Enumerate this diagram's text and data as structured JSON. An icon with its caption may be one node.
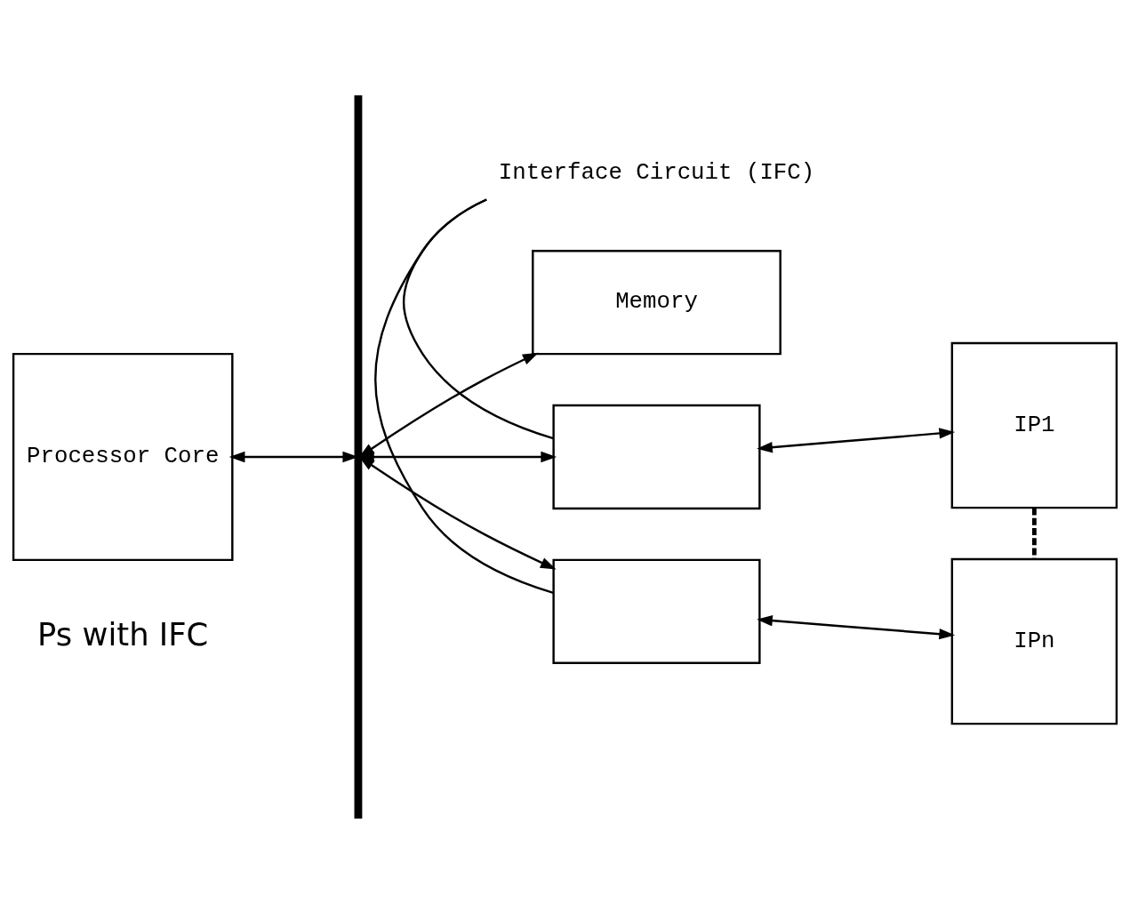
{
  "diagram": {
    "nodes": [
      {
        "text": [],
        "shape": "bar"
      },
      {
        "text": [
          "Processor Core"
        ]
      },
      {
        "text": [
          "Memory"
        ]
      },
      {
        "text": [],
        "shape": "box"
      },
      {
        "text": [
          "IP1"
        ]
      },
      {
        "text": [
          "Interface Circuit (IFC)"
        ]
      },
      {
        "text": [],
        "shape": "box"
      },
      {
        "text": [
          "IPn"
        ]
      }
    ],
    "edges": [
      {
        "from": 1,
        "to": 0,
        "arrow": "both"
      },
      {
        "from": 0,
        "to": 2,
        "arrow": "both"
      },
      {
        "from": 0,
        "to": 3,
        "arrow": "both"
      },
      {
        "from": 3,
        "to": 4,
        "arrow": "both"
      },
      {
        "from": 5,
        "to": 3,
        "arrow": "none"
      },
      {
        "from": 5,
        "to": 6,
        "arrow": "none"
      },
      {
        "from": 4,
        "to": 7,
        "arrow": "none",
        "style": "dashed"
      },
      {
        "from": 0,
        "to": 6,
        "arrow": "both"
      },
      {
        "from": 6,
        "to": 7,
        "arrow": "both"
      }
    ],
    "labels": [
      "Ps with IFC"
    ]
  }
}
